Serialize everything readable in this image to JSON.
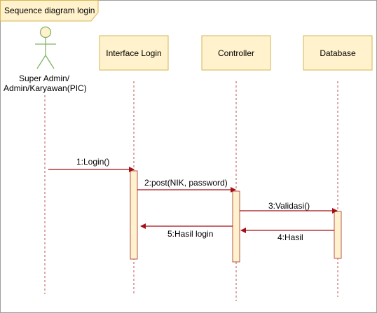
{
  "frame": {
    "title": "Sequence diagram login"
  },
  "actor": {
    "label_line1": "Super Admin/",
    "label_line2": "Admin/Karyawan(PIC)"
  },
  "lifelines": [
    {
      "label": "Interface Login"
    },
    {
      "label": "Controller"
    },
    {
      "label": "Database"
    }
  ],
  "messages": [
    {
      "label": "1:Login()"
    },
    {
      "label": "2:post(NIK, password)"
    },
    {
      "label": "3:Validasi()"
    },
    {
      "label": "4:Hasil"
    },
    {
      "label": "5:Hasil login"
    }
  ],
  "colors": {
    "box_fill": "#FFF2CC",
    "box_stroke": "#D6B656",
    "line": "#B85450",
    "arrow": "#A50F15",
    "actor_stroke": "#82B366",
    "border": "#9E9E9E"
  }
}
